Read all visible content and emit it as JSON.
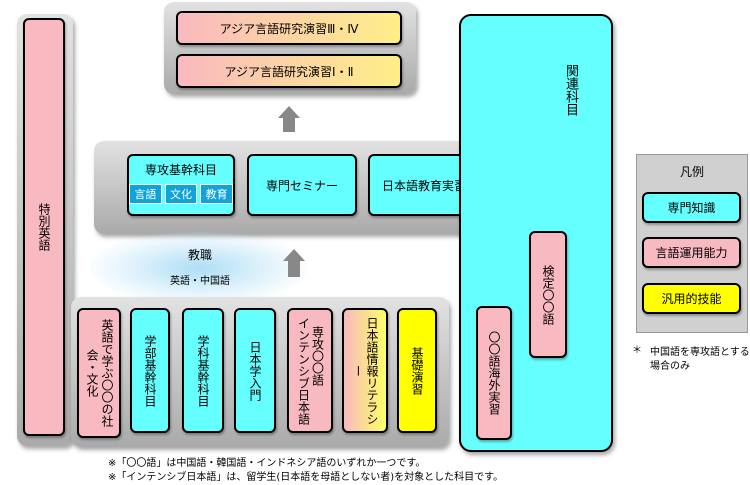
{
  "asia_top": "アジア言語研究演習Ⅲ・Ⅳ",
  "asia_bottom": "アジア言語研究演習Ⅰ・Ⅱ",
  "tokubetsu_eigo": "特別英語",
  "kanren_kamoku": "関連科目",
  "kentei": "検定〇〇語",
  "kaigai": "〇〇語海外実習",
  "senko_kikan": {
    "title": "専攻基幹科目",
    "chips": [
      "言語",
      "文化",
      "教育"
    ]
  },
  "senmon_seminar": "専門セミナー",
  "nihongo_kyoiku": "日本語教育実習",
  "kyoshoku": {
    "title": "教職",
    "sub": "英語・中国語"
  },
  "bottom_courses": {
    "eigo_de_manabu": "英語で学ぶ〇〇の社会・文化",
    "gakubu_kikan": "学部基幹科目",
    "gakka_kikan": "学科基幹科目",
    "nihongaku": "日本学入門",
    "intensive": "インテンシブ日本語",
    "senko_oo": "専攻〇〇語",
    "nihongo_joho": "日本語情報リテラシー",
    "kiso_enshu": "基礎演習"
  },
  "legend": {
    "title": "凡例",
    "items": [
      {
        "label": "専門知識",
        "color": "#66ffff"
      },
      {
        "label": "言語運用能力",
        "color": "#f9b9c0"
      },
      {
        "label": "汎用的技能",
        "color": "#ffff00"
      }
    ]
  },
  "side_note": {
    "mark": "＊",
    "line1": "中国語を専攻語とする",
    "line2": "場合のみ"
  },
  "footnotes": [
    "※「〇〇語」は中国語・韓国語・インドネシア語のいずれか一つです。",
    "※「インテンシブ日本語」は、留学生(日本語を母語としない者)を対象とした科目です。"
  ],
  "colors": {
    "knowledge": "#66ffff",
    "language": "#f9b9c0",
    "generic": "#ffff00",
    "panel": "#c8c8c8",
    "arrow": "#888888",
    "chip": "#0fa3d8"
  }
}
